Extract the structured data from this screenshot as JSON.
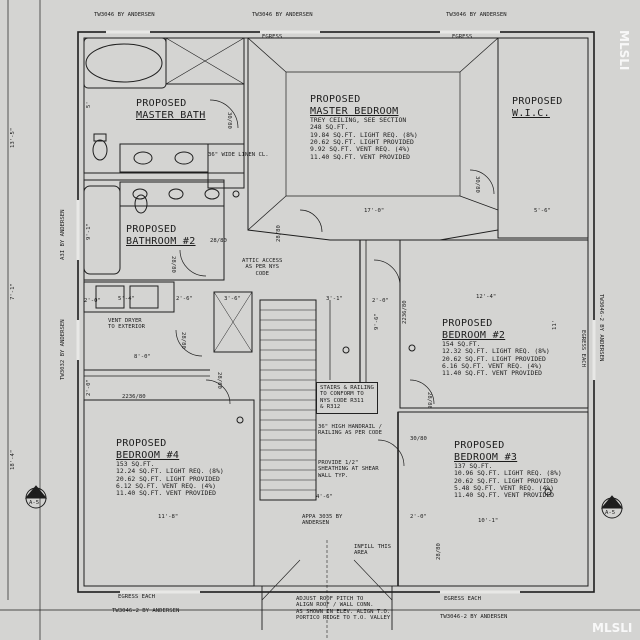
{
  "watermark": "MLSLI",
  "window_tags": {
    "top_left": "TW3046 BY ANDERSEN",
    "top_mid": "TW3046 BY ANDERSEN",
    "top_right": "TW3046 BY ANDERSEN",
    "bottom_left": "TW3046-2 BY ANDERSEN",
    "bottom_right": "TW3046-2 BY ANDERSEN",
    "left_upper": "A3I BY ANDERSEN",
    "left_lower": "TW3032 BY ANDERSEN",
    "right_mid": "TW3046-2 BY ANDERSEN",
    "egress_top_mid": "EGRESS",
    "egress_top_right": "EGRESS",
    "egress_bottom_left": "EGRESS EACH",
    "egress_bottom_right": "EGRESS EACH",
    "egress_right": "EGRESS EACH"
  },
  "rooms": {
    "master_bath": {
      "line1": "PROPOSED",
      "line2": "MASTER BATH"
    },
    "master_bedroom": {
      "line1": "PROPOSED",
      "line2": "MASTER BEDROOM",
      "notes": [
        "TREY CEILING, SEE SECTION",
        "248 SQ.FT.",
        "19.84 SQ.FT. LIGHT REQ. (8%)",
        "20.62 SQ.FT. LIGHT PROVIDED",
        "9.92 SQ.FT. VENT REQ. (4%)",
        "11.40 SQ.FT. VENT PROVIDED"
      ]
    },
    "wic": {
      "line1": "PROPOSED",
      "line2": "W.I.C."
    },
    "bathroom2": {
      "line1": "PROPOSED",
      "line2": "BATHROOM #2"
    },
    "bedroom2": {
      "line1": "PROPOSED",
      "line2": "BEDROOM #2",
      "notes": [
        "154 SQ.FT.",
        "12.32 SQ.FT. LIGHT REQ. (8%)",
        "20.62 SQ.FT. LIGHT PROVIDED",
        "6.16 SQ.FT. VENT REQ. (4%)",
        "11.40 SQ.FT. VENT PROVIDED"
      ]
    },
    "bedroom4": {
      "line1": "PROPOSED",
      "line2": "BEDROOM #4",
      "notes": [
        "153 SQ.FT.",
        "12.24 SQ.FT. LIGHT REQ. (8%)",
        "20.62 SQ.FT. LIGHT PROVIDED",
        "6.12 SQ.FT. VENT REQ. (4%)",
        "11.40 SQ.FT. VENT PROVIDED"
      ]
    },
    "bedroom3": {
      "line1": "PROPOSED",
      "line2": "BEDROOM #3",
      "notes": [
        "137 SQ.FT.",
        "10.96 SQ.FT. LIGHT REQ. (8%)",
        "20.62 SQ.FT. LIGHT PROVIDED",
        "5.48 SQ.FT. VENT REQ. (4%)",
        "11.40 SQ.FT. VENT PROVIDED"
      ]
    }
  },
  "notes": {
    "linen": "36\" WIDE LINEN CL.",
    "attic": [
      "ATTIC ACCESS",
      "AS PER NYS",
      "CODE"
    ],
    "vent_dryer": [
      "VENT DRYER",
      "TO EXTERIOR"
    ],
    "stairs": [
      "STAIRS & RAILING",
      "TO CONFORM TO",
      "NYS CODE R311",
      "& R312"
    ],
    "handrail": [
      "36\" HIGH HANDRAIL /",
      "RAILING AS PER CODE"
    ],
    "sheathing": [
      "PROVIDE 1/2\"",
      "SHEATHING AT SHEAR",
      "WALL TYP."
    ],
    "appa": [
      "APPA 3035 BY",
      "ANDERSEN"
    ],
    "infill": [
      "INFILL THIS",
      "AREA"
    ],
    "roof": [
      "ADJUST ROOF PITCH TO",
      "ALIGN ROOF / WALL CONN.",
      "AS SHOWN IN ELEV. ALIGN T.O.",
      "PORTICO RIDGE TO T.O. VALLEY"
    ]
  },
  "doors": {
    "d1": "30/80",
    "d2": "28/80",
    "d3": "28/80",
    "d4": "28/80",
    "d5": "30/80",
    "d6": "28/80",
    "d7": "28/80",
    "d8": "2236/80",
    "d9": "2236/80",
    "d10": "30/80",
    "d11": "28/80",
    "d12": "28/80"
  },
  "dims": {
    "d17": "17'-0\"",
    "d56": "5'-6\"",
    "d124": "12'-4\"",
    "d96": "9'-6\"",
    "d11": "11'",
    "d118": "11'-8\"",
    "d101": "10'-1\"",
    "d20a": "2'-0\"",
    "d20b": "2'-0\"",
    "d20c": "2'-0\"",
    "d20d": "2'-0\"",
    "d26": "2'-6\"",
    "d36": "3'-6\"",
    "d54": "5'-4\"",
    "d80": "8'-0\"",
    "d31": "3'-1\"",
    "d46": "4'-6\"",
    "d9": "9'-1\"",
    "d5": "5'",
    "d135": "13'-5\"",
    "d71": "7'-1\"",
    "d184": "18'-4\""
  },
  "sections": {
    "s1_letter": "A",
    "s1_sheet": "A-5",
    "s2_letter": "A",
    "s2_sheet": "A-5"
  }
}
